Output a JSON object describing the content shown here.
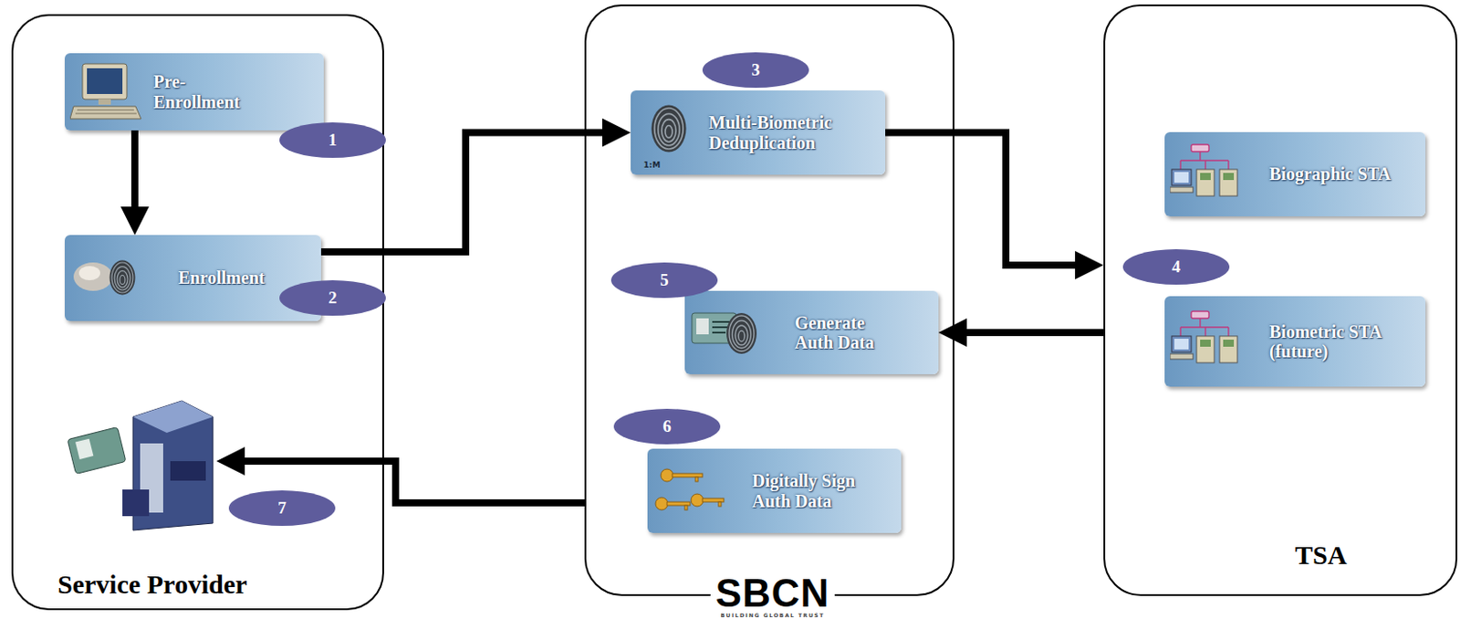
{
  "diagram": {
    "nodes": [
      {
        "text": [
          "Service Provider"
        ]
      },
      {
        "text": [
          "Pre-Enrollment"
        ],
        "in": 0
      },
      {
        "text": [
          "Enrollment"
        ],
        "in": 0
      },
      {
        "text": [
          "SBCN",
          "BUILDING GLOBAL TRUST"
        ]
      },
      {
        "text": [
          "Multi-Biometric Deduplication"
        ],
        "in": 3
      },
      {
        "text": [
          "Generate Auth Data"
        ],
        "in": 3
      },
      {
        "text": [
          "Digitally Sign Auth Data"
        ],
        "in": 3
      },
      {
        "text": [
          "TSA"
        ]
      },
      {
        "text": [
          "Biographic STA"
        ],
        "in": 7
      },
      {
        "text": [
          "Biometric STA (future)"
        ],
        "in": 7
      }
    ],
    "edges": [
      {
        "from": 1,
        "to": 2,
        "arrow": "to"
      },
      {
        "from": 2,
        "to": 4,
        "arrow": "to"
      },
      {
        "from": 4,
        "to": 7,
        "arrow": "to"
      },
      {
        "from": 7,
        "to": 5,
        "arrow": "to"
      },
      {
        "from": 3,
        "to": 0,
        "arrow": "to"
      }
    ],
    "labels": [
      "1",
      "2",
      "3",
      "4",
      "5",
      "6",
      "7",
      "1:M"
    ]
  }
}
